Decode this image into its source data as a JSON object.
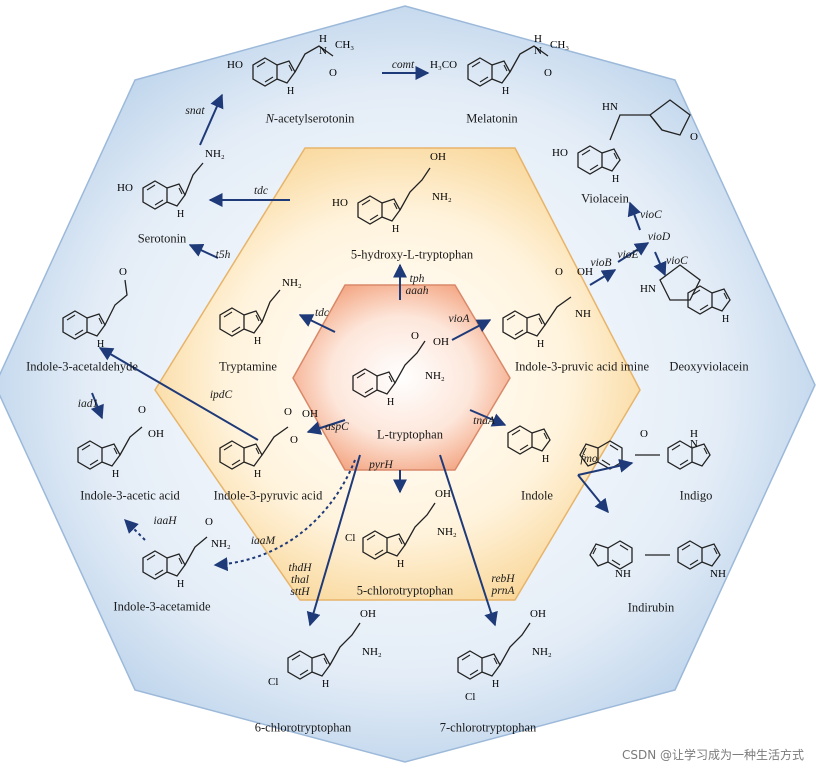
{
  "compounds": {
    "ltrp": "L-tryptophan",
    "htp": "5-hydroxy-L-tryptophan",
    "tryptamine": "Tryptamine",
    "ipyr": "Indole-3-pyruvic acid",
    "chloro5": "5-chlorotryptophan",
    "indole": "Indole",
    "ipai": "Indole-3-pruvic acid imine",
    "serotonin": "Serotonin",
    "nacetyl": "N-acetylserotonin",
    "melatonin": "Melatonin",
    "violacein": "Violacein",
    "deoxyviolacein": "Deoxyviolacein",
    "indigo": "Indigo",
    "indirubin": "Indirubin",
    "chloro7": "7-chlorotryptophan",
    "chloro6": "6-chlorotryptophan",
    "iam": "Indole-3-acetamide",
    "iaa": "Indole-3-acetic acid",
    "iald": "Indole-3-acetaldehyde"
  },
  "enzymes": {
    "tph": [
      "tph",
      "aaah"
    ],
    "tdc_inner": "tdc",
    "vioA": "vioA",
    "tnaA": "tnaA",
    "pyrH": "pyrH",
    "aspC": "aspC",
    "tdc_outer": "tdc",
    "t5h": "t5h",
    "snat": "snat",
    "comt": "comt",
    "vioB": "vioB",
    "vioE": "vioE",
    "vioC_top": "vioC",
    "vioD": "vioD",
    "vioC_bottom": "vioC",
    "fmo": "fmo",
    "ipdC": "ipdC",
    "iad1": "iad1",
    "iaaH": "iaaH",
    "iaaM": "iaaM",
    "thd": [
      "thdH",
      "thal",
      "sttH"
    ],
    "reb": [
      "rebH",
      "prnA"
    ]
  },
  "colors": {
    "outer_fill": "#cfe0f2",
    "middle_fill": "#fbe2b3",
    "inner_fill": "#f6b898",
    "arrow": "#1f3a78",
    "bond": "#222222"
  },
  "watermark": "CSDN @让学习成为一种生活方式"
}
